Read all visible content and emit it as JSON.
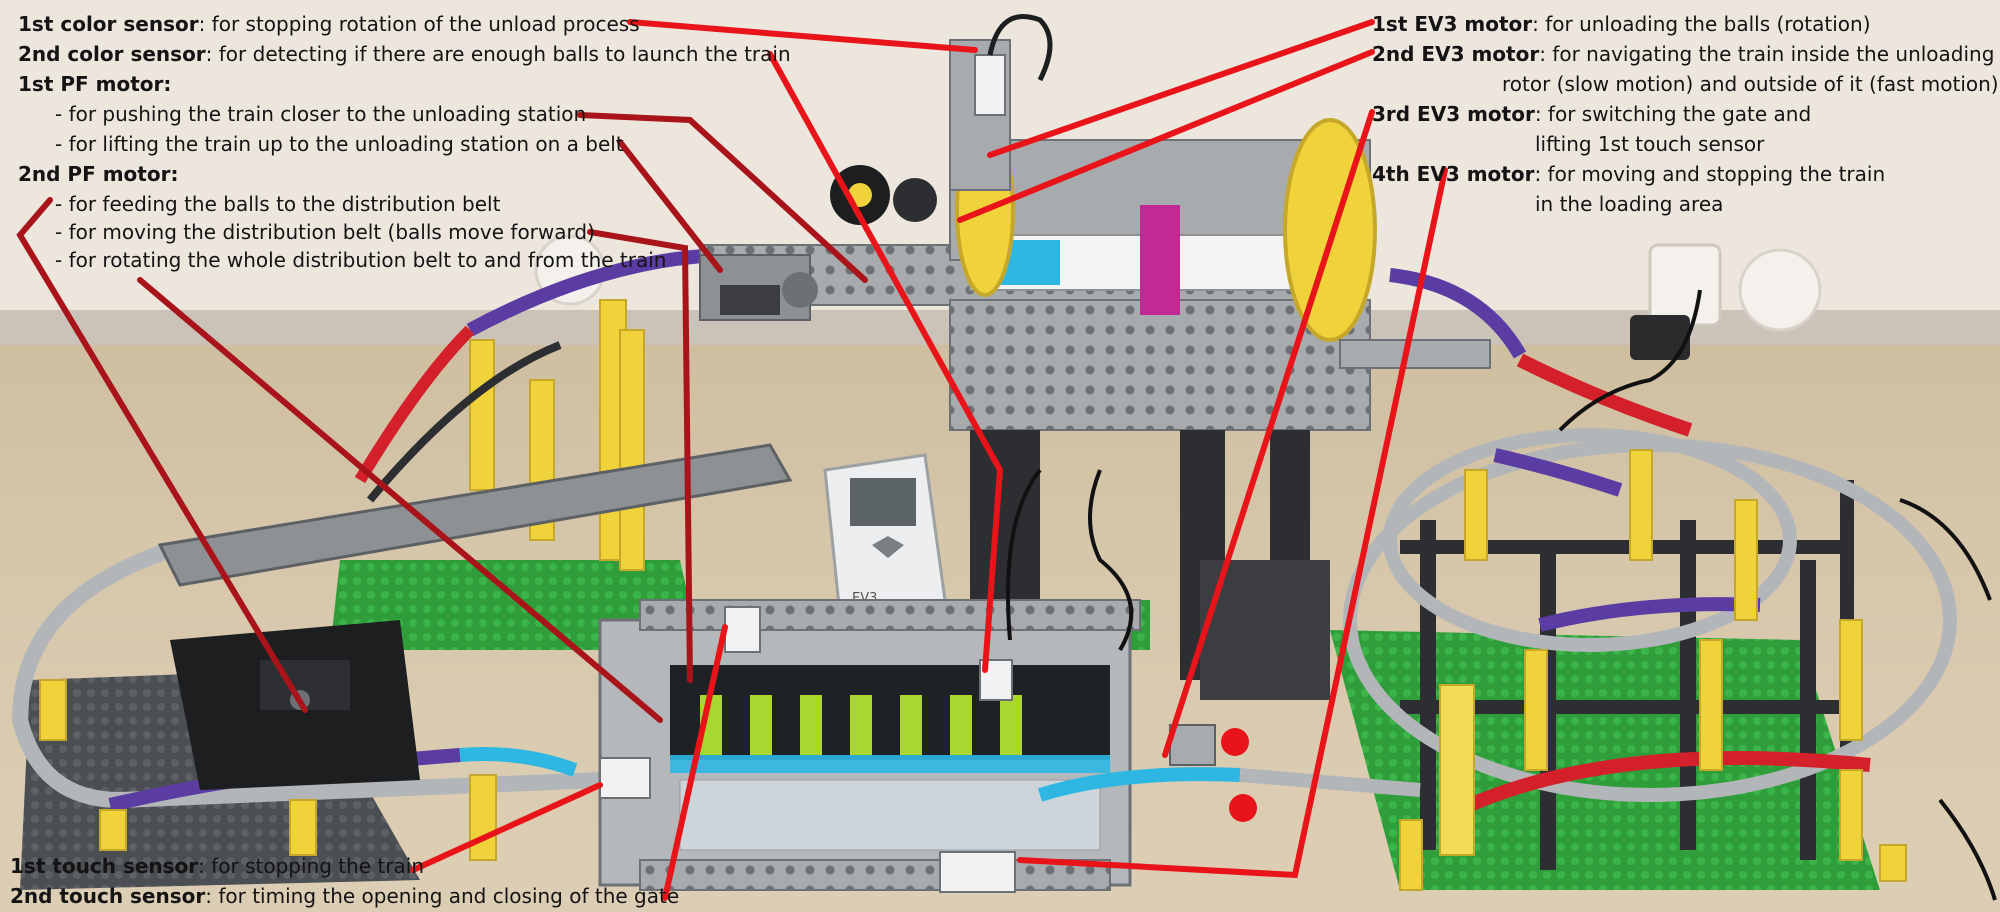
{
  "colors": {
    "wall": "#ece6dd",
    "floor": "#d8c9ae",
    "baseboard": "#c8c0b4",
    "red_line": "#e8141a",
    "dark_red_line": "#a8141a",
    "lego_gray": "#a7abae",
    "lego_dark": "#3b3d40",
    "lego_yellow": "#f0d23a",
    "lego_purple": "#5a3ca2",
    "lego_red": "#d3202a",
    "lego_azure": "#2fb7e3",
    "lego_green": "#2f9e3a",
    "lego_lime": "#a9d62f",
    "lego_magenta": "#c02a92"
  },
  "icons": [
    "ev3-brick-icon",
    "touch-sensor-icon",
    "color-sensor-icon",
    "ev3-motor-icon",
    "pf-motor-icon",
    "wheel-icon",
    "power-plug-icon"
  ],
  "labels": {
    "color1": {
      "name": "1st color sensor",
      "desc": ": for stopping rotation of the unload process"
    },
    "color2": {
      "name": "2nd color sensor",
      "desc": ": for detecting if there are enough balls to launch the train"
    },
    "pf1": {
      "name": "1st PF motor:",
      "items": [
        "- for pushing the train closer to the unloading station",
        "- for lifting the train up to the unloading station on a belt"
      ]
    },
    "pf2": {
      "name": "2nd PF motor:",
      "items": [
        "- for feeding the balls to the distribution belt",
        "- for moving the distribution belt (balls move forward)",
        "- for rotating the whole distribution belt to and from the train"
      ]
    },
    "ev3m1": {
      "name": "1st EV3 motor",
      "desc": ": for unloading the balls (rotation)"
    },
    "ev3m2": {
      "name": "2nd EV3 motor",
      "desc": ": for navigating the train inside the unloading",
      "desc2": "rotor (slow motion) and outside of it (fast motion)"
    },
    "ev3m3": {
      "name": "3rd EV3 motor",
      "desc": ": for switching the gate and",
      "desc2": "lifting 1st touch sensor"
    },
    "ev3m4": {
      "name": "4th EV3 motor",
      "desc": ": for moving and stopping the train",
      "desc2": "in the loading area"
    },
    "touch1": {
      "name": "1st touch sensor",
      "desc": ": for stopping the train"
    },
    "touch2": {
      "name": "2nd touch sensor",
      "desc": ": for timing the opening and closing of the gate"
    }
  },
  "brick_label": "EV3"
}
